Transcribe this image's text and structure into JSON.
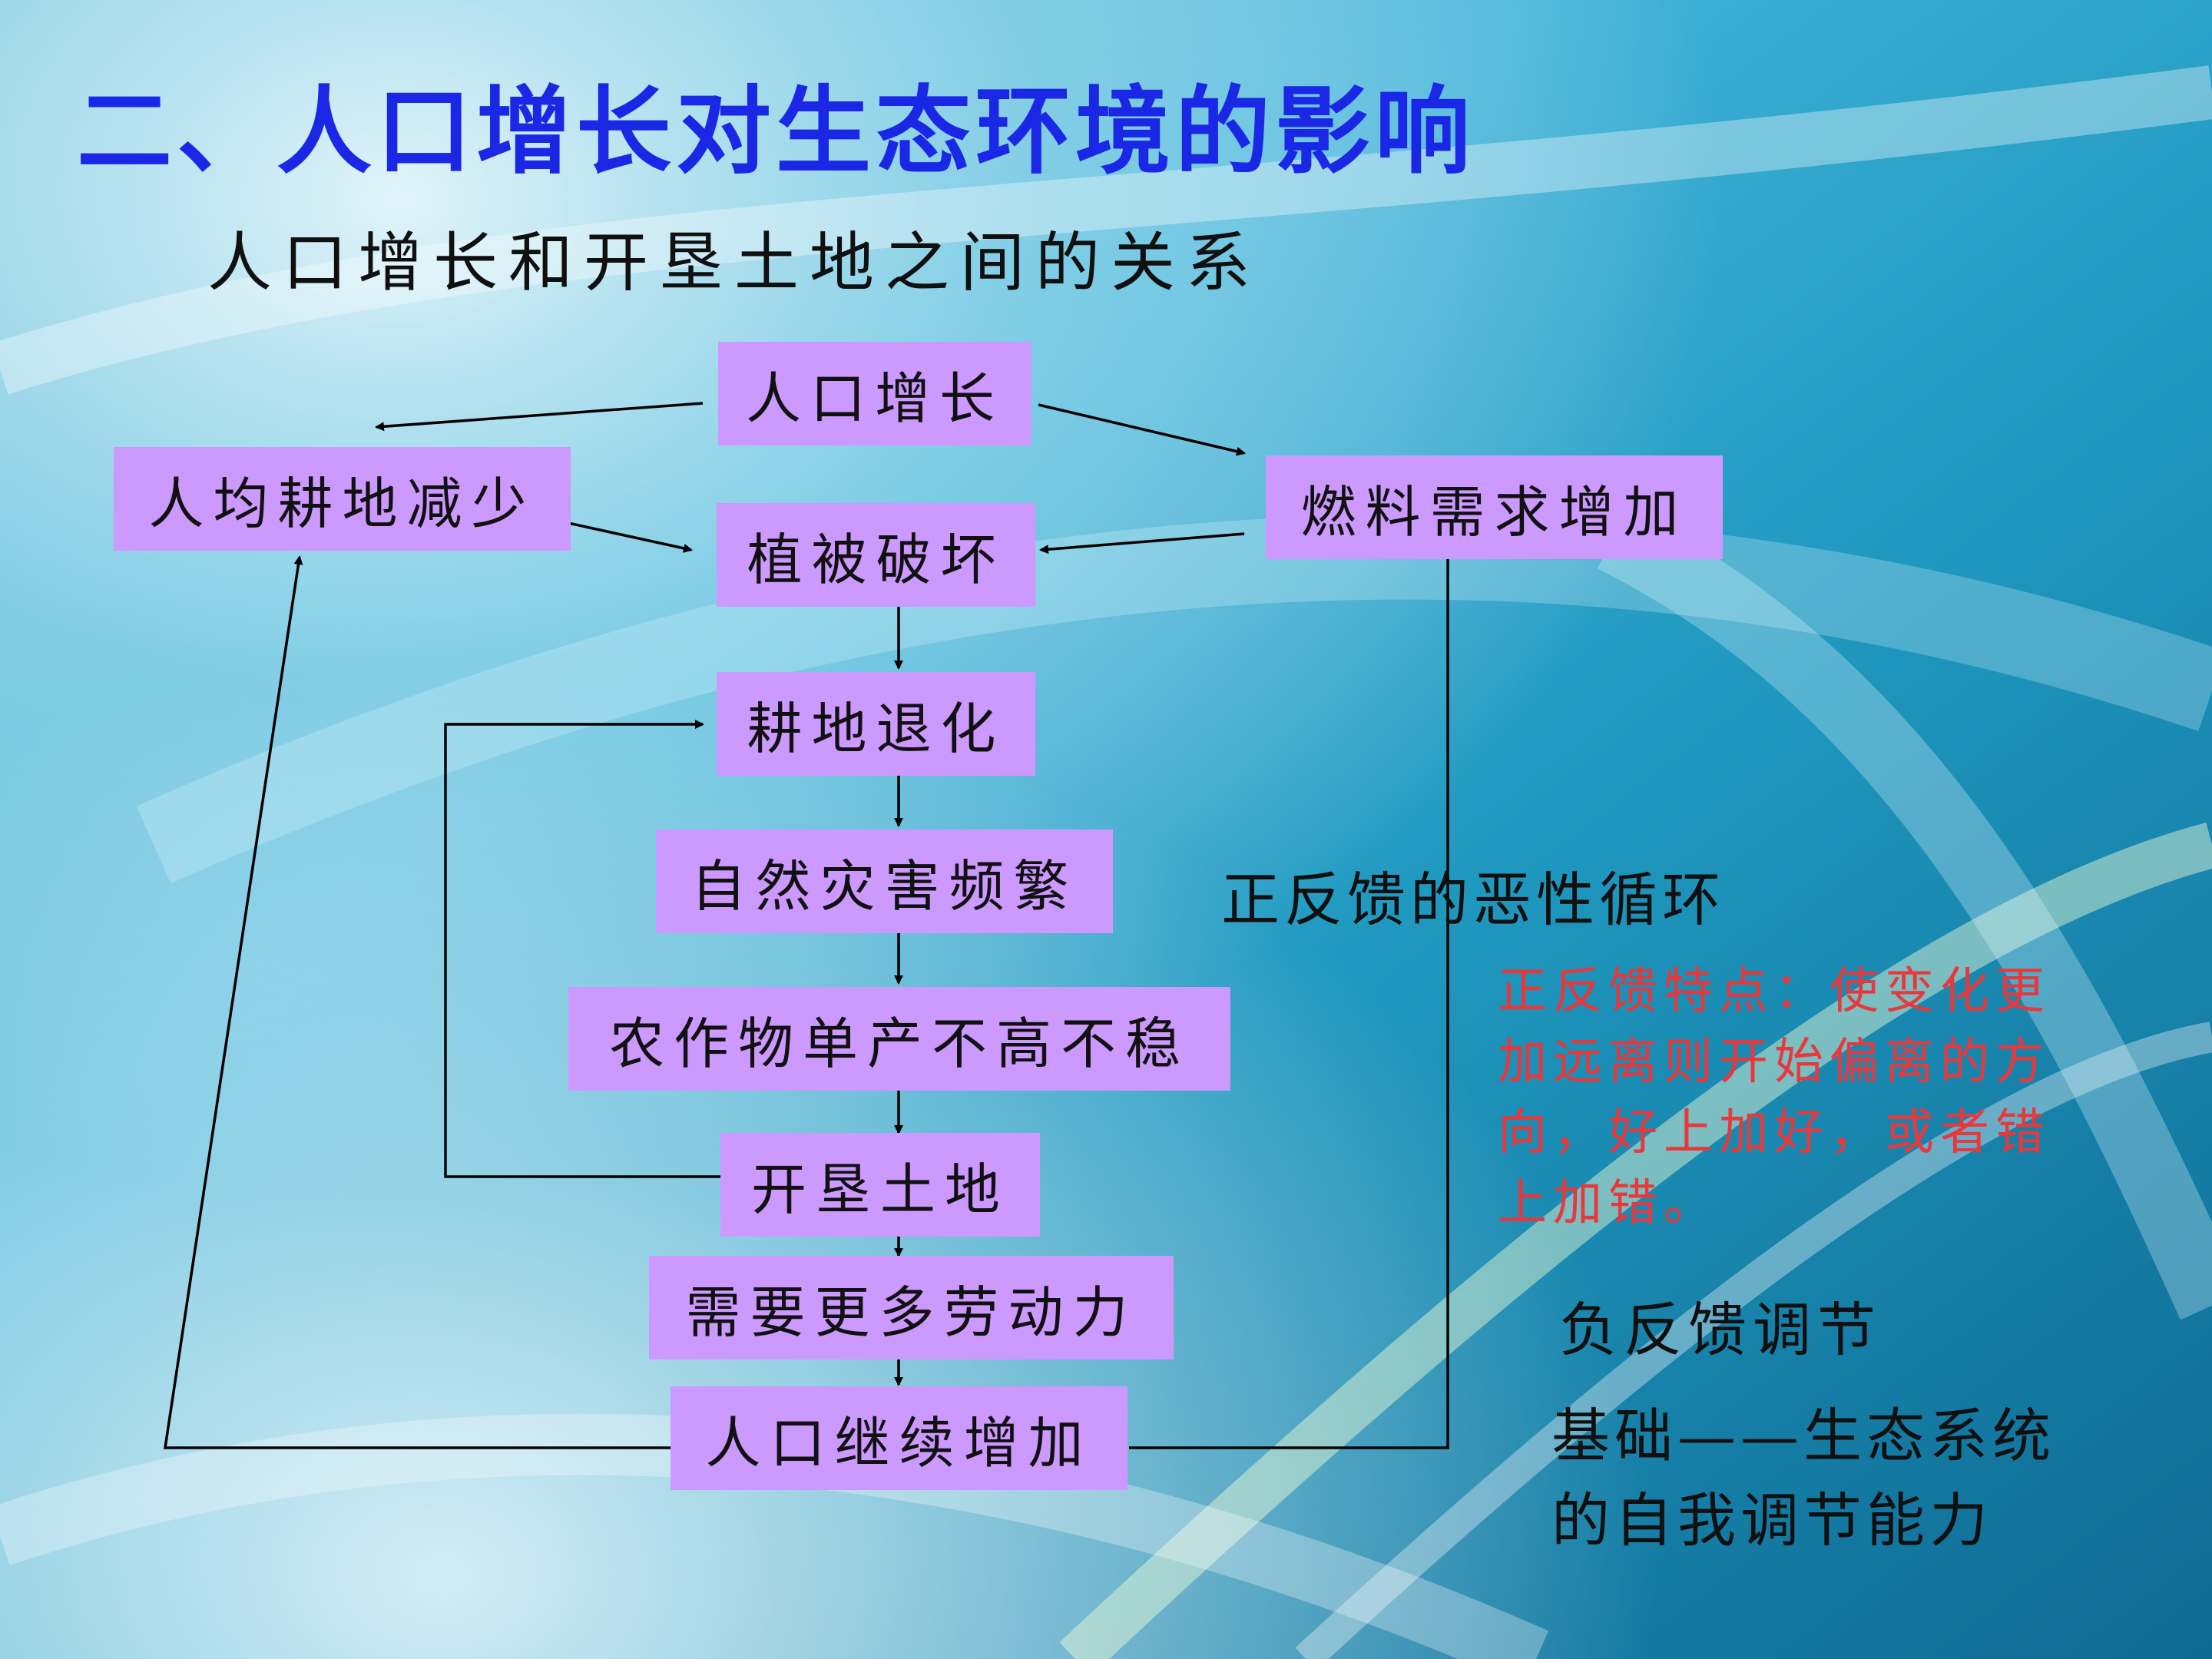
{
  "slide": {
    "title": "二、人口增长对生态环境的影响",
    "subtitle": "人口增长和开垦土地之间的关系"
  },
  "diagram": {
    "nodes": {
      "population_growth": "人口增长",
      "per_capita_land_decrease": "人均耕地减少",
      "fuel_demand_increase": "燃料需求增加",
      "vegetation_destruction": "植被破坏",
      "land_degradation": "耕地退化",
      "frequent_disasters": "自然灾害频繁",
      "crop_yield_unstable": "农作物单产不高不稳",
      "reclaim_land": "开垦土地",
      "more_labor": "需要更多劳动力",
      "population_increase": "人口继续增加"
    }
  },
  "notes": {
    "positive_feedback_title": "正反馈的恶性循环",
    "positive_feedback_desc_lines": [
      "正反馈特点：使变化更",
      "加远离则开始偏离的方",
      "向，好上加好，或者错",
      "上加错。"
    ],
    "negative_feedback_title": "负反馈调节",
    "negative_feedback_basis_lines": [
      "基础——生态系统",
      "的自我调节能力"
    ]
  },
  "colors": {
    "title": "#1a28e6",
    "box_fill": "#cc99ff",
    "note_red": "#e8383c",
    "arrow": "#000000"
  }
}
